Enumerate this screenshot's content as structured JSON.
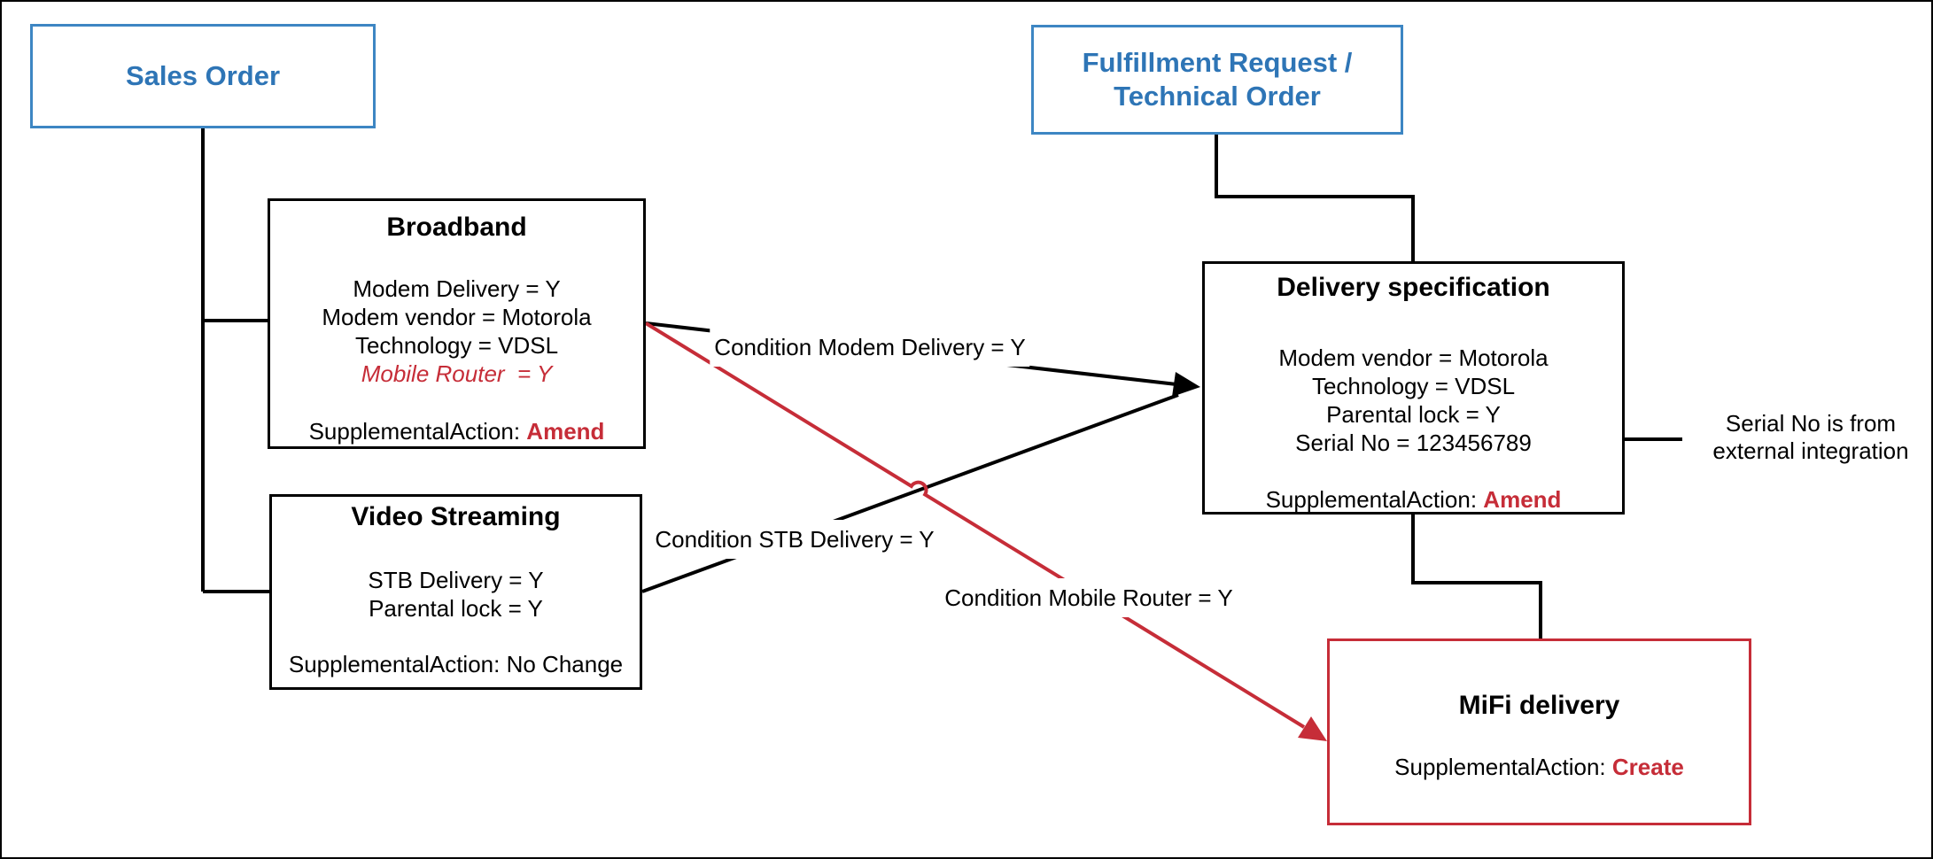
{
  "colors": {
    "accent_blue": "#2e75b6",
    "blue_border": "#3d86c3",
    "accent_red": "#c62d38",
    "line_black": "#000000"
  },
  "boxes": {
    "sales_order": {
      "title": "Sales Order"
    },
    "fulfillment": {
      "line1": "Fulfillment Request /",
      "line2": "Technical Order"
    },
    "broadband": {
      "title": "Broadband",
      "lines": [
        "Modem Delivery = Y",
        "Modem vendor = Motorola",
        "Technology = VDSL"
      ],
      "special_line": "Mobile Router  = Y",
      "action_label": "SupplementalAction:",
      "action_value": "Amend"
    },
    "video_streaming": {
      "title": "Video Streaming",
      "lines": [
        "STB Delivery = Y",
        "Parental lock = Y"
      ],
      "action_label": "SupplementalAction:",
      "action_value": "No Change"
    },
    "delivery_specification": {
      "title": "Delivery specification",
      "lines": [
        "Modem vendor = Motorola",
        "Technology = VDSL",
        "Parental lock = Y",
        "Serial No = 123456789"
      ],
      "action_label": "SupplementalAction:",
      "action_value": "Amend"
    },
    "mifi_delivery": {
      "title": "MiFi delivery",
      "action_label": "SupplementalAction:",
      "action_value": "Create"
    }
  },
  "edge_labels": {
    "modem_delivery": "Condition Modem Delivery = Y",
    "stb_delivery": "Condition STB Delivery = Y",
    "mobile_router": "Condition Mobile Router = Y"
  },
  "annotation": {
    "line1": "Serial No is from",
    "line2": "external integration"
  }
}
